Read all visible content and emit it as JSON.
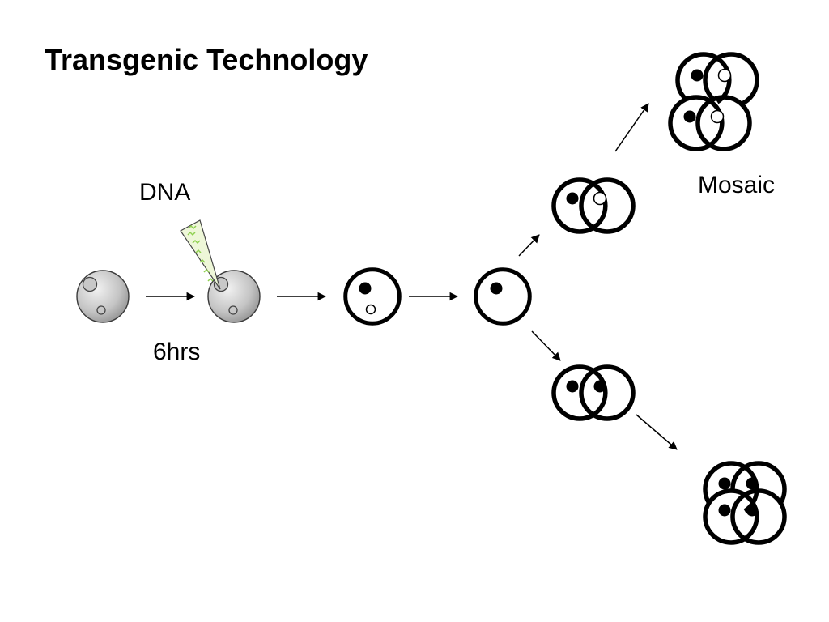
{
  "slide": {
    "title": "Transgenic Technology",
    "labels": {
      "dna": "DNA",
      "time": "6hrs",
      "mosaic": "Mosaic"
    }
  },
  "colors": {
    "egg_fill_light": "#f2f2f2",
    "egg_fill_dark": "#8c8c8c",
    "needle_fill": "#eef7d8",
    "needle_dna": "#8fd14f",
    "outline": "#000000"
  }
}
